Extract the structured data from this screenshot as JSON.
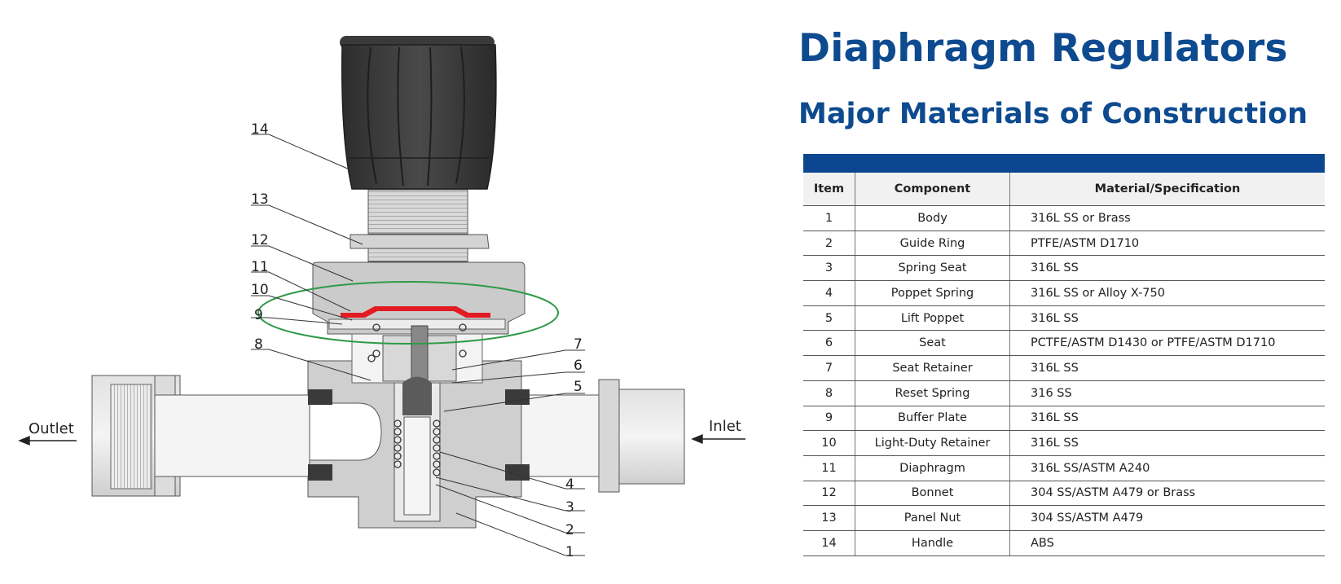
{
  "title": "Diaphragm Regulators",
  "subtitle": "Major Materials of Construction",
  "diagram": {
    "outlet_label": "Outlet",
    "inlet_label": "Inlet",
    "callouts": [
      "1",
      "2",
      "3",
      "4",
      "5",
      "6",
      "7",
      "8",
      "9",
      "10",
      "11",
      "12",
      "13",
      "14"
    ],
    "highlight_color": "#2f9a48",
    "diaphragm_color": "#e31b23"
  },
  "table": {
    "headers": [
      "Item",
      "Component",
      "Material/Specification"
    ],
    "rows": [
      [
        "1",
        "Body",
        "316L SS or Brass"
      ],
      [
        "2",
        "Guide Ring",
        "PTFE/ASTM D1710"
      ],
      [
        "3",
        "Spring Seat",
        "316L SS"
      ],
      [
        "4",
        "Poppet Spring",
        "316L SS or Alloy X-750"
      ],
      [
        "5",
        "Lift Poppet",
        "316L SS"
      ],
      [
        "6",
        "Seat",
        "PCTFE/ASTM D1430 or PTFE/ASTM D1710"
      ],
      [
        "7",
        "Seat Retainer",
        "316L SS"
      ],
      [
        "8",
        "Reset Spring",
        "316 SS"
      ],
      [
        "9",
        "Buffer Plate",
        "316L SS"
      ],
      [
        "10",
        "Light-Duty Retainer",
        "316L SS"
      ],
      [
        "11",
        "Diaphragm",
        "316L SS/ASTM A240"
      ],
      [
        "12",
        "Bonnet",
        "304 SS/ASTM A479 or Brass"
      ],
      [
        "13",
        "Panel Nut",
        "304 SS/ASTM A479"
      ],
      [
        "14",
        "Handle",
        "ABS"
      ]
    ],
    "header_bar_color": "#0c4590"
  }
}
